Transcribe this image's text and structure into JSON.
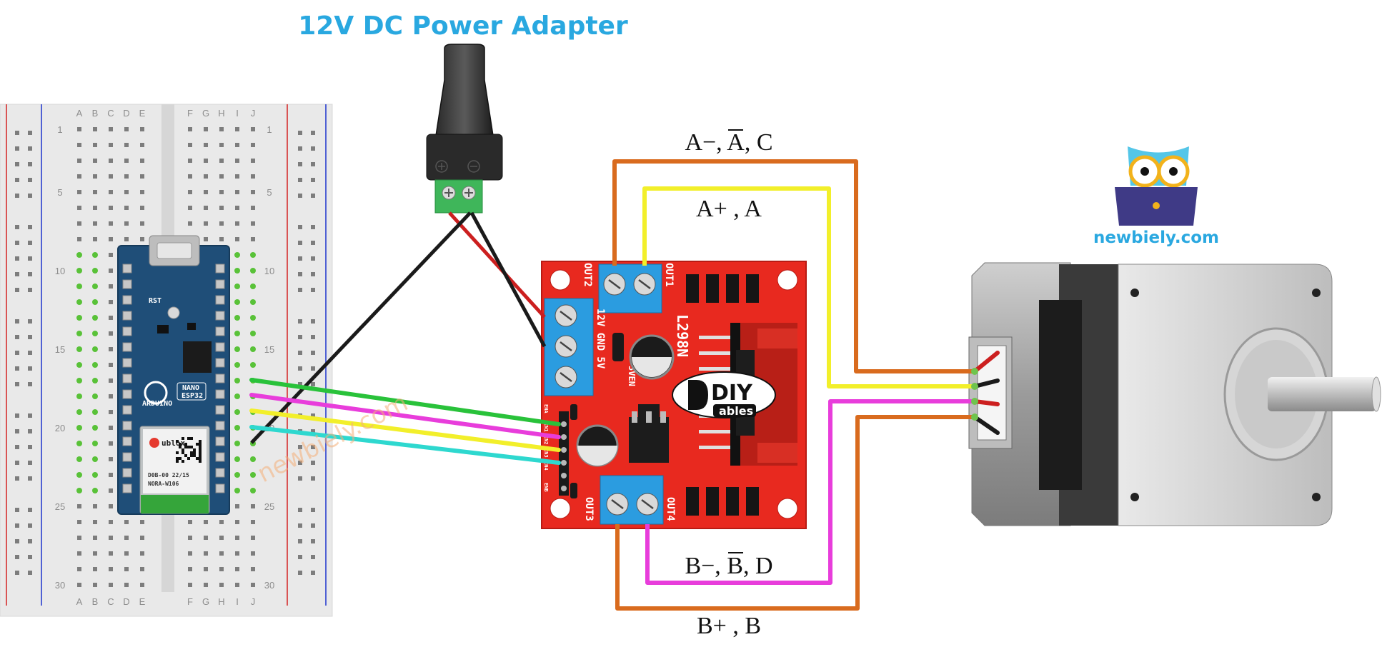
{
  "title": "12V DC Power Adapter",
  "brand": "newbiely.com",
  "watermark": "newbiely.com",
  "wire_labels": {
    "a_minus": "A−, A, C",
    "a_plus": "A+ , A",
    "b_minus": "B−, B, D",
    "b_plus": "B+ , B"
  },
  "breadboard": {
    "columns_left": [
      "A",
      "B",
      "C",
      "D",
      "E"
    ],
    "columns_right": [
      "F",
      "G",
      "H",
      "I",
      "J"
    ],
    "row_numbers": [
      "1",
      "5",
      "10",
      "15",
      "20",
      "25",
      "30"
    ]
  },
  "arduino": {
    "logo_text": "ARDUINO",
    "model_lines": [
      "NANO",
      "ESP32"
    ],
    "module_brand": "ublox",
    "module_lines": [
      "D0B-00 22/15",
      "NORA-W106"
    ],
    "reset_label": "RST"
  },
  "driver": {
    "chip_label": "L298N",
    "out_labels": [
      "OUT1",
      "OUT2",
      "OUT3",
      "OUT4"
    ],
    "power_label": "12V GND 5V",
    "jumper_label": "5VEN",
    "diy_text": "DIY",
    "diy_sub": "ables",
    "pin_labels": [
      "ENA",
      "IN1",
      "IN2",
      "IN3",
      "IN4",
      "ENB"
    ]
  },
  "colors": {
    "wire_orange": "#d96b1e",
    "wire_yellow": "#f2ef2a",
    "wire_magenta": "#e83ddb",
    "wire_green": "#29c23a",
    "wire_cyan": "#2ed8cf",
    "wire_black": "#1a1a1a",
    "wire_red": "#cc1f1f",
    "driver_red": "#e8291f",
    "terminal_blue": "#2b9ce0",
    "title_blue": "#29a8e0"
  }
}
